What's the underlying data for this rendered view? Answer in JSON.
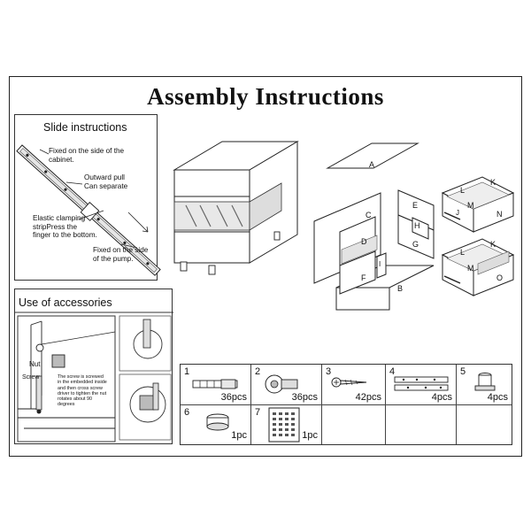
{
  "title": "Assembly Instructions",
  "slide": {
    "heading": "Slide instructions",
    "note_fixed_side": [
      "Fixed on the side of the",
      "cabinet."
    ],
    "note_outward": [
      "Outward pull",
      "Can separate"
    ],
    "note_elastic": [
      "Elastic clamping",
      "stripPress the",
      "finger to the bottom."
    ],
    "note_pump": [
      "Fixed on the side",
      "of the pump."
    ]
  },
  "accessories": {
    "heading": "Use of accessories",
    "nut_label": "Nut",
    "screw_label": "Screw",
    "screw_note": [
      "The screw is screwed",
      "in the embedded inside",
      "and then cross screw",
      "driver to tighten the nut",
      "rotates about 90",
      "degrees"
    ]
  },
  "panel_labels": [
    "A",
    "B",
    "C",
    "D",
    "E",
    "F",
    "G",
    "H",
    "I",
    "J",
    "K",
    "L",
    "M",
    "N",
    "O"
  ],
  "parts": [
    {
      "number": "1",
      "qty": "36pcs",
      "icon": "cam-dowel-icon"
    },
    {
      "number": "2",
      "qty": "36pcs",
      "icon": "cam-lock-icon"
    },
    {
      "number": "3",
      "qty": "42pcs",
      "icon": "wood-screw-icon"
    },
    {
      "number": "4",
      "qty": "4pcs",
      "icon": "drawer-slide-icon"
    },
    {
      "number": "5",
      "qty": "4pcs",
      "icon": "leg-foot-icon"
    },
    {
      "number": "6",
      "qty": "1pc",
      "icon": "led-controller-icon"
    },
    {
      "number": "7",
      "qty": "1pc",
      "icon": "remote-control-icon"
    }
  ]
}
